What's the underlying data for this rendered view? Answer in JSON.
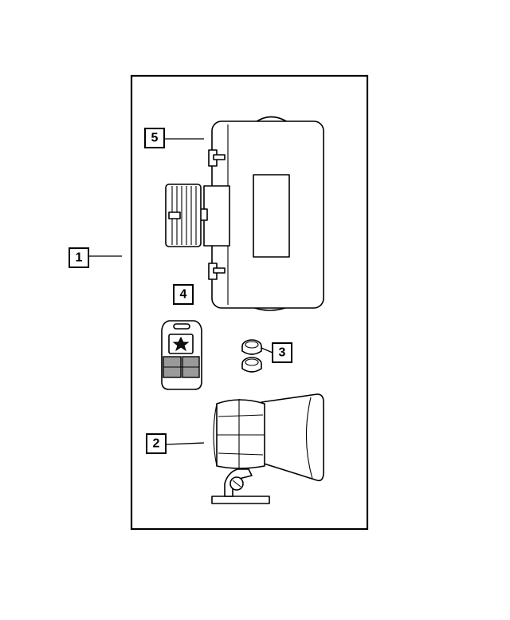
{
  "callouts": [
    {
      "id": "1",
      "label": "1"
    },
    {
      "id": "2",
      "label": "2"
    },
    {
      "id": "3",
      "label": "3"
    },
    {
      "id": "4",
      "label": "4"
    },
    {
      "id": "5",
      "label": "5"
    }
  ],
  "colors": {
    "line": "#000000",
    "background": "#ffffff",
    "shade": "#9a9a9a"
  },
  "parts": [
    {
      "callout": "5",
      "icon": "alarm-module-icon"
    },
    {
      "callout": "4",
      "icon": "key-fob-transmitter-icon"
    },
    {
      "callout": "3",
      "icon": "grommet-plug-icon"
    },
    {
      "callout": "2",
      "icon": "siren-horn-icon"
    }
  ]
}
